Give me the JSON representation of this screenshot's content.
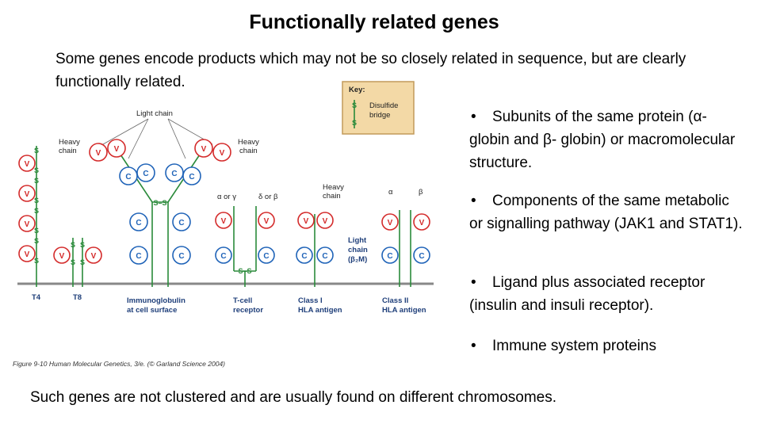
{
  "title": "Functionally related genes",
  "intro": "Some genes encode products which may not be so closely related in sequence, but are clearly functionally related.",
  "bullets": [
    "Subunits of the same protein (α- globin and β- globin) or macromolecular structure.",
    "Components of the same metabolic or signalling pathway (JAK1 and STAT1).",
    "Ligand plus associated receptor (insulin and insuli receptor).",
    "Immune system proteins"
  ],
  "outro": "Such genes are not clustered and are usually found on different chromosomes.",
  "figure": {
    "key_title": "Key:",
    "key_symbol": "S — S",
    "key_label_1": "Disulfide",
    "key_label_2": "bridge",
    "light_chain": "Light chain",
    "heavy_chain_left_1": "Heavy",
    "heavy_chain_left_2": "chain",
    "heavy_chain_right_1": "Heavy",
    "heavy_chain_right_2": "chain",
    "alpha_or_gamma": "α or γ",
    "delta_or_beta": "δ or β",
    "heavy_chain_mid_1": "Heavy",
    "heavy_chain_mid_2": "chain",
    "alpha": "α",
    "beta": "β",
    "light_chain_b2m_1": "Light",
    "light_chain_b2m_2": "chain",
    "light_chain_b2m_3": "(β₂M)",
    "label_t4": "T4",
    "label_t8": "T8",
    "label_ig_1": "Immunoglobulin",
    "label_ig_2": "at cell surface",
    "label_tcr_1": "T-cell",
    "label_tcr_2": "receptor",
    "label_class1_1": "Class I",
    "label_class1_2": "HLA antigen",
    "label_class2_1": "Class II",
    "label_class2_2": "HLA antigen",
    "caption": "Figure 9-10 Human Molecular Genetics, 3/e. (© Garland Science 2004)",
    "domain_v": "V",
    "domain_c": "C",
    "sulfur": "S"
  },
  "colors": {
    "v_domain": "#d42b2b",
    "c_domain": "#1f63b8",
    "stalk": "#2a8a3a",
    "membrane": "#888888",
    "key_bg": "#f3d9a6",
    "key_border": "#c29a5a"
  }
}
